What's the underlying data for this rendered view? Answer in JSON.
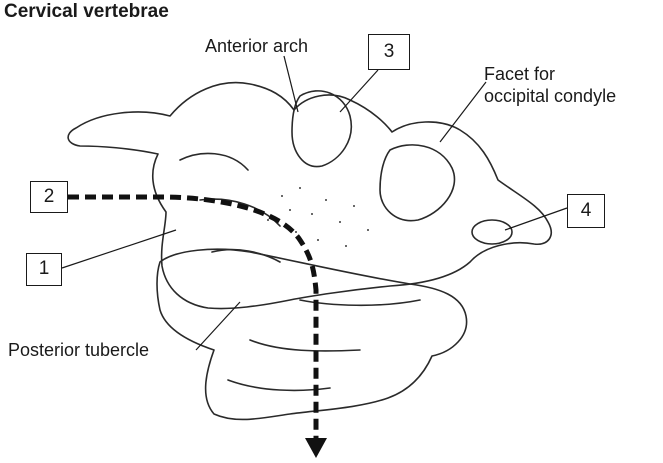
{
  "title": "Cervical vertebrae",
  "labels": {
    "anterior_arch": "Anterior arch",
    "facet_line1": "Facet for",
    "facet_line2": "occipital condyle",
    "posterior_tubercle": "Posterior tubercle"
  },
  "callouts": [
    "1",
    "2",
    "3",
    "4"
  ]
}
